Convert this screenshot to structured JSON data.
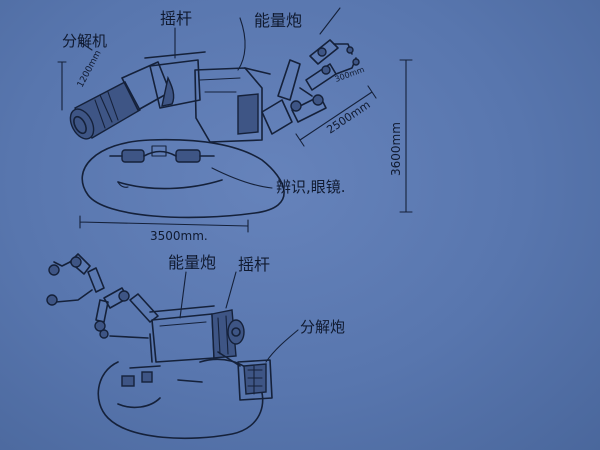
{
  "labels": {
    "top_separator": "分解机",
    "top_lever": "摇杆",
    "top_energy": "能量炮",
    "top_dim_small": "1200mm",
    "top_dim_arm_small": "300mm",
    "top_dim_arm": "2500mm",
    "top_dim_height": "3600mm",
    "top_dim_width": "3500mm.",
    "top_eyes": "辨识,眼镜.",
    "bottom_energy": "能量炮",
    "bottom_lever": "摇杆",
    "bottom_separator": "分解炮"
  },
  "colors": {
    "paper": "#5876ae",
    "ink": "#15213a"
  }
}
